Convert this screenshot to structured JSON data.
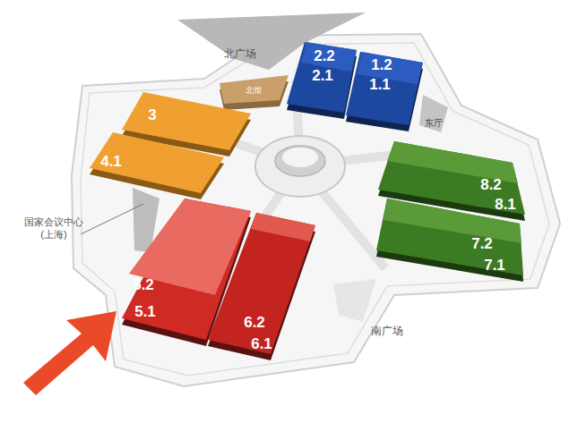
{
  "diagram": {
    "nodes": [
      {
        "text": [
          "北馆"
        ]
      },
      {
        "text": [
          "2.2",
          "2.1"
        ]
      },
      {
        "text": [
          "1.2",
          "1.1"
        ]
      },
      {
        "text": [
          "3"
        ]
      },
      {
        "text": [
          "4.1"
        ]
      },
      {
        "text": [
          "8.2",
          "8.1"
        ]
      },
      {
        "text": [
          "7.2",
          "7.1"
        ]
      },
      {
        "text": [
          "5.2",
          "5.1"
        ]
      },
      {
        "text": [
          "6.2",
          "6.1"
        ]
      }
    ],
    "labels": [
      "北广场",
      "东厅",
      "国家会议中心 (上海)",
      "南广场"
    ]
  }
}
